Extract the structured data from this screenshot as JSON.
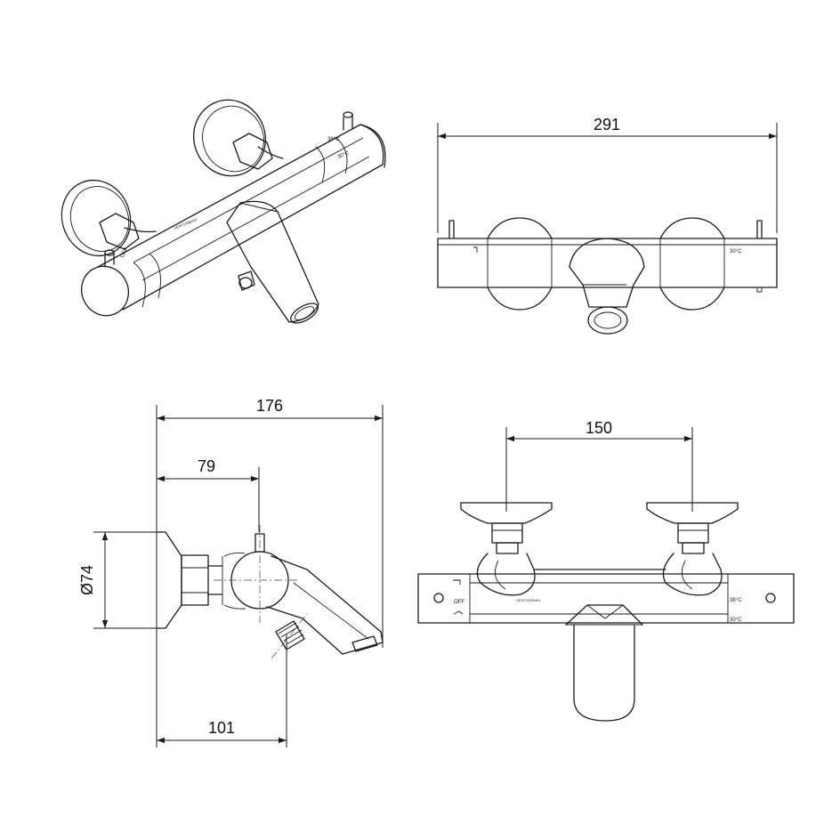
{
  "dimensions": {
    "top_width": "291",
    "side_total": "176",
    "side_inner": "79",
    "side_diameter": "Ø74",
    "side_bottom": "101",
    "front_spacing": "150"
  },
  "markings": {
    "temp_iso": "38°C",
    "temp_top_view": "30°C",
    "temp_front_1": "38°C",
    "temp_front_2": "30°C",
    "off_label": "OFF",
    "brand_front": "VENTONBAD"
  },
  "colors": {
    "line": "#1a1a1a",
    "background": "#ffffff"
  }
}
